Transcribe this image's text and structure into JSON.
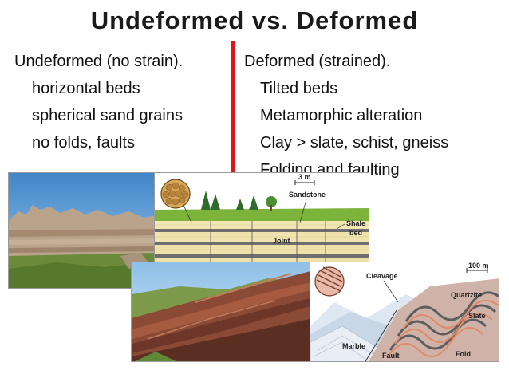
{
  "title": "Undeformed vs. Deformed",
  "left": {
    "heading": "Undeformed (no strain).",
    "items": [
      "horizontal beds",
      "spherical sand grains",
      "no folds, faults"
    ]
  },
  "right": {
    "heading": "Deformed (strained).",
    "items": [
      "Tilted beds",
      "Metamorphic alteration",
      "Clay > slate, schist, gneiss",
      "Folding and faulting"
    ]
  },
  "undeformed_diagram": {
    "scale": "3 m",
    "sandstone": "Sandstone",
    "shale": "Shale",
    "bed": "bed",
    "joint": "Joint"
  },
  "deformed_diagram": {
    "scale": "100 m",
    "cleavage": "Cleavage",
    "quartzite": "Quartzite",
    "slate": "Slate",
    "marble": "Marble",
    "fault": "Fault",
    "fold": "Fold"
  },
  "colors": {
    "divider": "#e0141b"
  }
}
